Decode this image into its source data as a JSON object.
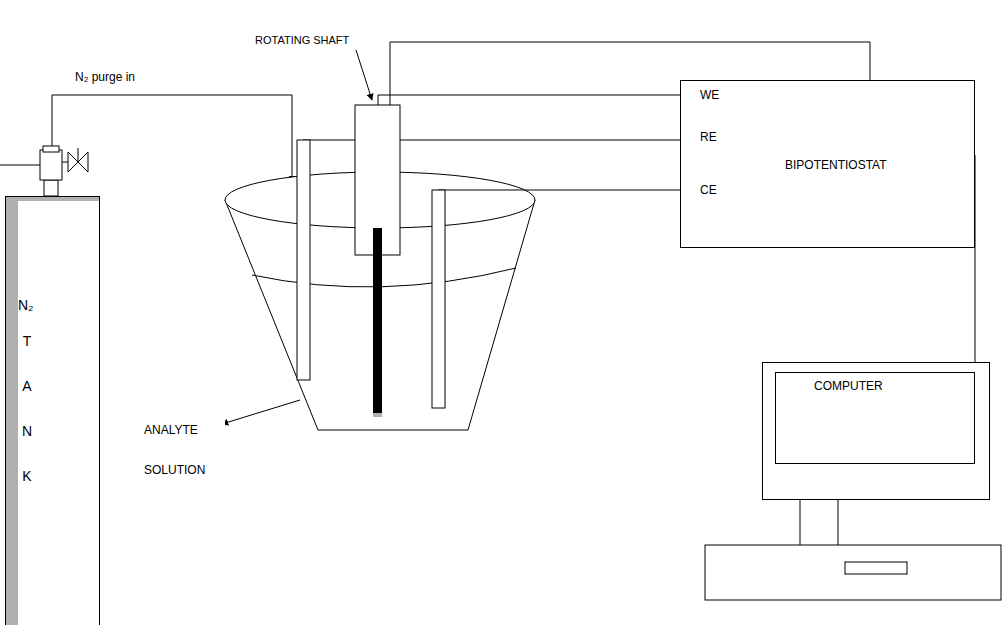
{
  "diagram": {
    "nodes": [
      {
        "text": [
          "N₂",
          "T A N K"
        ]
      },
      {
        "text": [
          "WE",
          "RE",
          "CE",
          "BIPOTENTIOSTAT"
        ]
      },
      {
        "text": [
          "COMPUTER"
        ]
      }
    ],
    "edges": [
      {
        "from": 1,
        "to": 2,
        "arrow": "none"
      }
    ],
    "labels": [
      "N₂ purge in",
      "ROTATING SHAFT",
      "ANALYTE SOLUTION"
    ]
  }
}
